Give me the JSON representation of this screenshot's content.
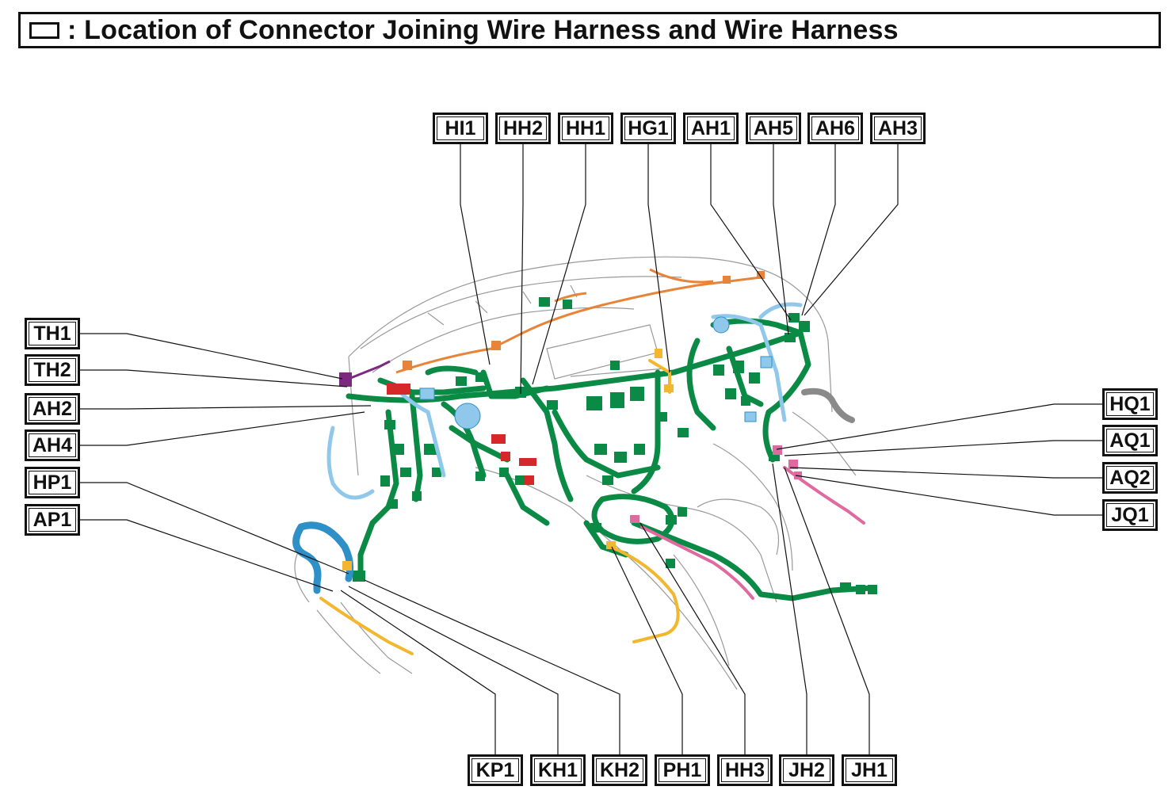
{
  "title": "Location of Connector Joining Wire Harness and Wire Harness",
  "colors": {
    "harness_green": "#0a8a45",
    "harness_blue": "#2f8fc7",
    "harness_light_blue": "#8fc8ea",
    "harness_orange": "#e8843a",
    "harness_yellow": "#f2b72e",
    "harness_pink": "#e06aa0",
    "harness_red": "#d62828",
    "harness_purple": "#7b2a80",
    "outline": "#9a9a9a",
    "leader": "#111111"
  },
  "labels": {
    "top": [
      "HI1",
      "HH2",
      "HH1",
      "HG1",
      "AH1",
      "AH5",
      "AH6",
      "AH3"
    ],
    "left": [
      "TH1",
      "TH2",
      "AH2",
      "AH4",
      "HP1",
      "AP1"
    ],
    "right": [
      "HQ1",
      "AQ1",
      "AQ2",
      "JQ1"
    ],
    "bottom": [
      "KP1",
      "KH1",
      "KH2",
      "PH1",
      "HH3",
      "JH2",
      "JH1"
    ]
  }
}
